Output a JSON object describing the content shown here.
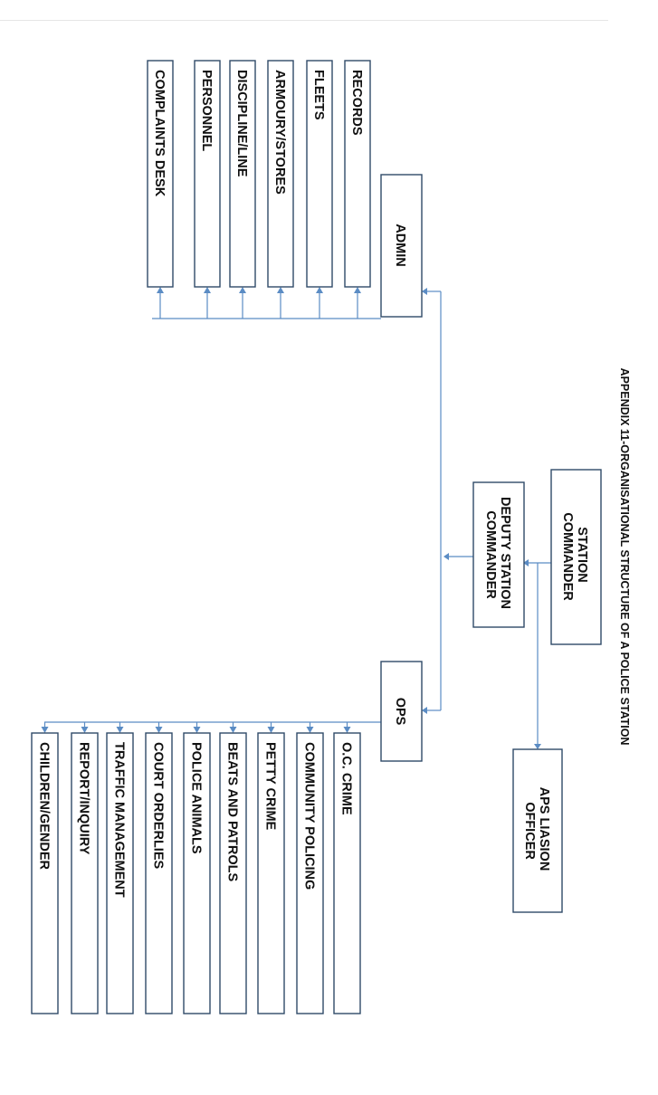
{
  "title": "APPENDIX 11-ORGANISATIONAL STRUCTURE OF A POLICE STATION",
  "nodes": {
    "station_commander": [
      "STATION",
      "COMMANDER"
    ],
    "deputy_station_commander": [
      "DEPUTY STATION",
      "COMMANDER"
    ],
    "aps_liasion_officer": [
      "APS LIASION",
      "OFFICER"
    ],
    "admin": "ADMIN",
    "ops": "OPS"
  },
  "admin_units": [
    "RECORDS",
    "FLEETS",
    "ARMOURY/STORES",
    "DISCIPLINE/LINE",
    "PERSONNEL",
    "COMPLAINTS DESK"
  ],
  "ops_units": [
    "O.C. CRIME",
    "COMMUNITY POLICING",
    "PETTY CRIME",
    "BEATS AND PATROLS",
    "POLICE ANIMALS",
    "COURT ORDERLIES",
    "TRAFFIC MANAGEMENT",
    "REPORT/INQUIRY",
    "CHILDREN/GENDER"
  ],
  "colors": {
    "connector": "#5b8cc4",
    "box_border": "#2f4a68",
    "text": "#111111"
  }
}
